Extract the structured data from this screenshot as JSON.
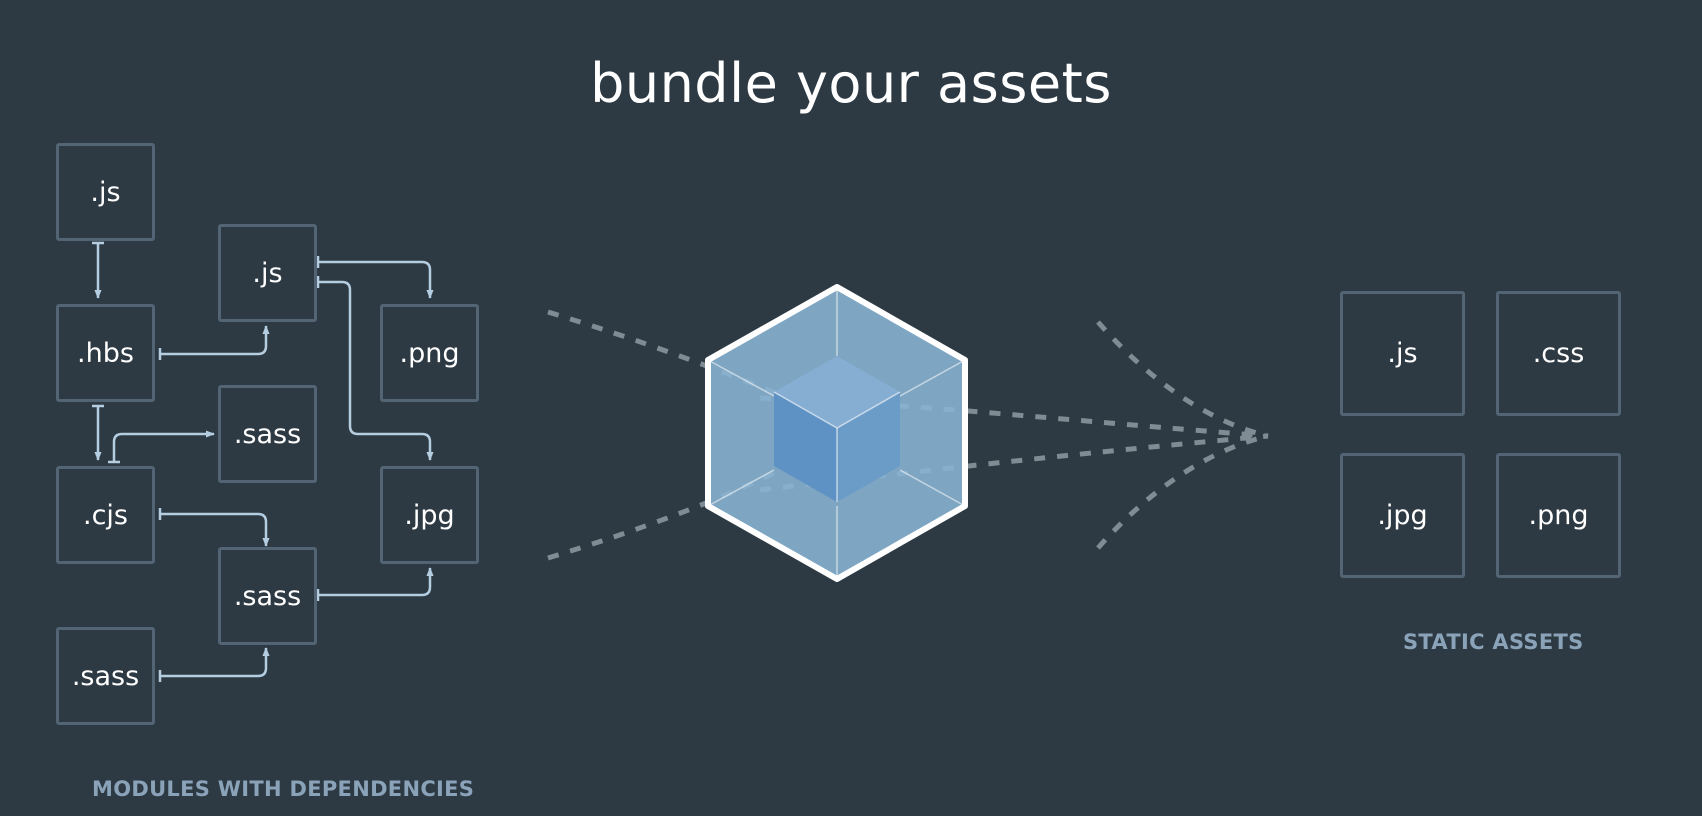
{
  "title": "bundle your assets",
  "modules": {
    "m1": ".js",
    "m2": ".js",
    "m3": ".hbs",
    "m4": ".png",
    "m5": ".sass",
    "m6": ".cjs",
    "m7": ".jpg",
    "m8": ".sass",
    "m9": ".sass",
    "caption": "MODULES WITH DEPENDENCIES"
  },
  "static_assets": {
    "a1": ".js",
    "a2": ".css",
    "a3": ".jpg",
    "a4": ".png",
    "caption": "STATIC ASSETS"
  },
  "colors": {
    "background": "#2d3a43",
    "box_border": "#536574",
    "connector": "#b5cde0",
    "dashed_line": "#7f8c93",
    "cube_outer": "#8ab4d4",
    "cube_inner": "#6b9bc7",
    "caption": "#8aa3b9"
  },
  "icons": {
    "center": "webpack-cube-icon"
  }
}
